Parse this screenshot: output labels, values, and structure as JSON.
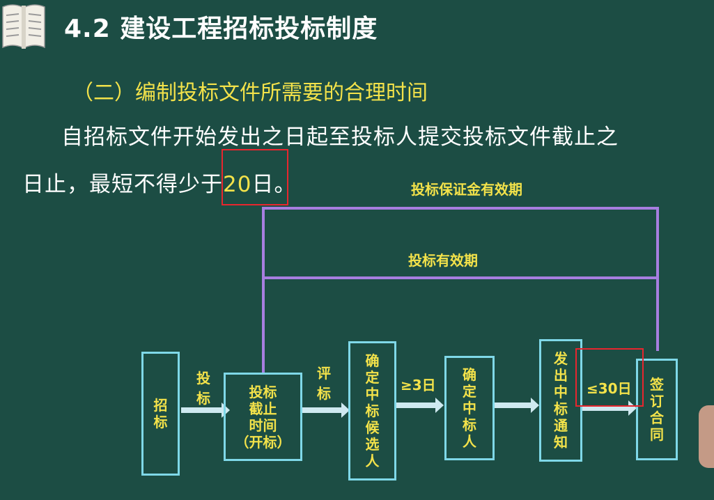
{
  "header": {
    "title": "4.2 建设工程招标投标制度",
    "icon": "book-icon"
  },
  "content": {
    "subtitle": "（二）编制投标文件所需要的合理时间",
    "para_line1": "自招标文件开始发出之日起至投标人提交投标文件截止之",
    "para_line2_a": "日止，最短不得少于",
    "para_line2_highlight": "20",
    "para_line2_b": "日。"
  },
  "diagram": {
    "bond_period_label": "投标保证金有效期",
    "bid_validity_label": "投标有效期",
    "steps": [
      "招标",
      "投标截止时间（开标）",
      "确定中标候选人",
      "确定中标人",
      "发出中标通知",
      "签订合同"
    ],
    "step_lines": {
      "s1": "招标",
      "s2_a": "投标",
      "s2_b": "截止",
      "s2_c": "时间",
      "s2_d": "（开标）",
      "s3": "确定中标候选人",
      "s4": "确定中标人",
      "s5": "发出中标通知",
      "s6": "签订合同"
    },
    "arrow_labels": {
      "bid": "投标",
      "evaluate": "评标",
      "min3": "≥3日",
      "max30": "≤30日"
    }
  },
  "colors": {
    "background": "#1c4d44",
    "highlight_yellow": "#f3e24a",
    "box_border": "#7fd8e8",
    "bracket": "#a77ee0",
    "red_mark": "#e8262e"
  }
}
